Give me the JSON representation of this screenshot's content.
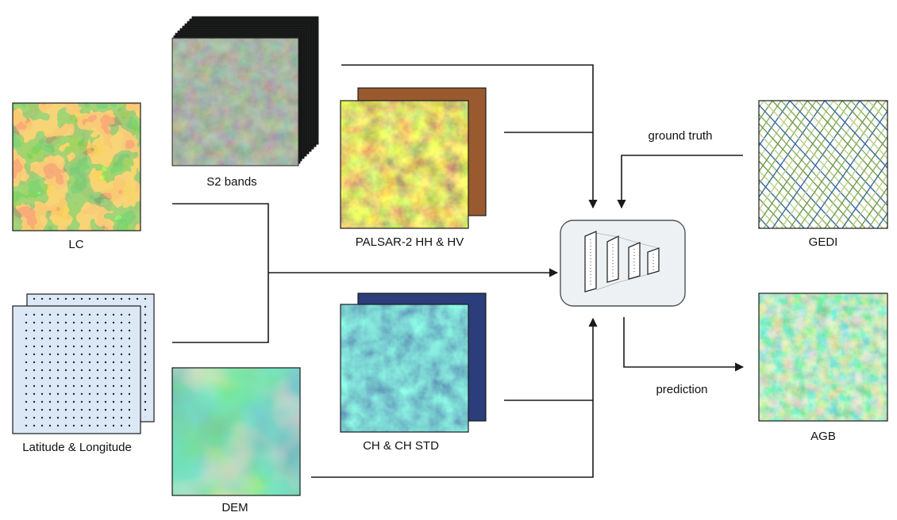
{
  "labels": {
    "lc": "LC",
    "s2": "S2 bands",
    "palsar": "PALSAR-2 HH & HV",
    "latlon": "Latitude & Longitude",
    "ch": "CH & CH STD",
    "dem": "DEM",
    "gedi": "GEDI",
    "agb": "AGB",
    "ground_truth": "ground truth",
    "prediction": "prediction"
  },
  "colors": {
    "line": "#1a1a1a",
    "model_box_fill": "#eef1f4",
    "model_box_stroke": "#4d5358",
    "lc_bright": "#f0a830",
    "lc_dark": "#2f6b1e",
    "lc_mid": "#5f9a2c",
    "s2_green": "#5d6a5c",
    "palsar_green": "#8fb03a",
    "palsar_red": "#8a4b2a",
    "ch_teal": "#2a8a8c",
    "ch_navy": "#2f3f80",
    "dem_yellow": "#d8e640",
    "dem_blue": "#3a5a98",
    "gedi_green": "#8ab060",
    "gedi_blue": "#3a6a9a",
    "agb_green": "#1a9a4a",
    "latlon_fill": "#dce8f6"
  },
  "icons": {
    "model": "neural-network-icon"
  }
}
